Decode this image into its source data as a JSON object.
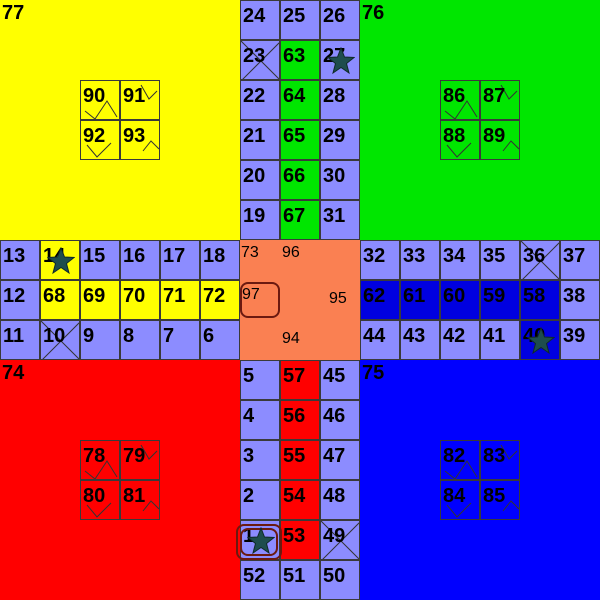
{
  "colors": {
    "yellow": "#ffff00",
    "green": "#00e600",
    "red": "#ff0000",
    "blue": "#0000ff",
    "track": "#8c8cff",
    "center": "#fa8052",
    "track_blue_dark": "#0000e0"
  },
  "yards": {
    "yellow": {
      "label": "77",
      "home": [
        "90",
        "91",
        "92",
        "93"
      ]
    },
    "green": {
      "label": "76",
      "home": [
        "86",
        "87",
        "88",
        "89"
      ]
    },
    "red": {
      "label": "74",
      "home": [
        "78",
        "79",
        "80",
        "81"
      ]
    },
    "blue": {
      "label": "75",
      "home": [
        "82",
        "83",
        "84",
        "85"
      ]
    }
  },
  "center": {
    "top_left": "73",
    "top_mid": "96",
    "left_mid": "97",
    "right_mid": "95",
    "bottom_mid": "94"
  },
  "cells": {
    "c24": "24",
    "c25": "25",
    "c26": "26",
    "c23": "23",
    "c63": "63",
    "c27": "27",
    "c22": "22",
    "c64": "64",
    "c28": "28",
    "c21": "21",
    "c65": "65",
    "c29": "29",
    "c20": "20",
    "c66": "66",
    "c30": "30",
    "c19": "19",
    "c67": "67",
    "c31": "31",
    "c13": "13",
    "c14": "14",
    "c15": "15",
    "c16": "16",
    "c17": "17",
    "c18": "18",
    "c12": "12",
    "c68": "68",
    "c69": "69",
    "c70": "70",
    "c71": "71",
    "c72": "72",
    "c11": "11",
    "c10": "10",
    "c9": "9",
    "c8": "8",
    "c7": "7",
    "c6": "6",
    "c32": "32",
    "c33": "33",
    "c34": "34",
    "c35": "35",
    "c36": "36",
    "c37": "37",
    "c62": "62",
    "c61": "61",
    "c60": "60",
    "c59": "59",
    "c58": "58",
    "c38": "38",
    "c44": "44",
    "c43": "43",
    "c42": "42",
    "c41": "41",
    "c40": "40",
    "c39": "39",
    "c5": "5",
    "c57": "57",
    "c45": "45",
    "c4": "4",
    "c56": "56",
    "c46": "46",
    "c3": "3",
    "c55": "55",
    "c47": "47",
    "c2": "2",
    "c54": "54",
    "c48": "48",
    "c1": "1",
    "c53": "53",
    "c49": "49",
    "c52": "52",
    "c51": "51",
    "c50": "50"
  },
  "pieces": [
    "star-piece",
    "star-piece",
    "star-piece",
    "star-piece"
  ]
}
